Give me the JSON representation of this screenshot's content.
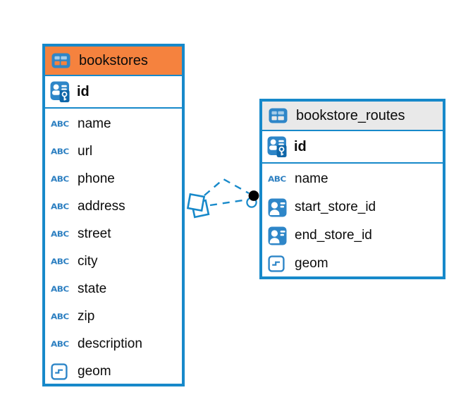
{
  "colors": {
    "accent_blue": "#1789ca",
    "icon_blue": "#2e86c8",
    "icon_blue_dark": "#0f67a9",
    "header_orange": "#f5823e",
    "header_gray": "#e9e9e9",
    "text_black": "#0b0b0b",
    "connector_end_dot": "#000000"
  },
  "icons": {
    "text_type_label": "ABC"
  },
  "tables": [
    {
      "title": "bookstores",
      "header_bg": "#f5823e",
      "icon_upper_cells": "#a5cce9",
      "icon_lower_cells": "#f5823e",
      "primary_key": {
        "name": "id"
      },
      "columns": [
        {
          "name": "name",
          "type": "text"
        },
        {
          "name": "url",
          "type": "text"
        },
        {
          "name": "phone",
          "type": "text"
        },
        {
          "name": "address",
          "type": "text"
        },
        {
          "name": "street",
          "type": "text"
        },
        {
          "name": "city",
          "type": "text"
        },
        {
          "name": "state",
          "type": "text"
        },
        {
          "name": "zip",
          "type": "text"
        },
        {
          "name": "description",
          "type": "text"
        },
        {
          "name": "geom",
          "type": "geometry"
        }
      ]
    },
    {
      "title": "bookstore_routes",
      "header_bg": "#e9e9e9",
      "icon_upper_cells": "#a5cce9",
      "icon_lower_cells": "#e9e9e9",
      "primary_key": {
        "name": "id"
      },
      "columns": [
        {
          "name": "name",
          "type": "text"
        },
        {
          "name": "start_store_id",
          "type": "reference"
        },
        {
          "name": "end_store_id",
          "type": "reference"
        },
        {
          "name": "geom",
          "type": "geometry"
        }
      ]
    }
  ],
  "relationships": {
    "count": 2,
    "from_table": "bookstores",
    "to_table": "bookstore_routes",
    "line_style": "dashed"
  }
}
